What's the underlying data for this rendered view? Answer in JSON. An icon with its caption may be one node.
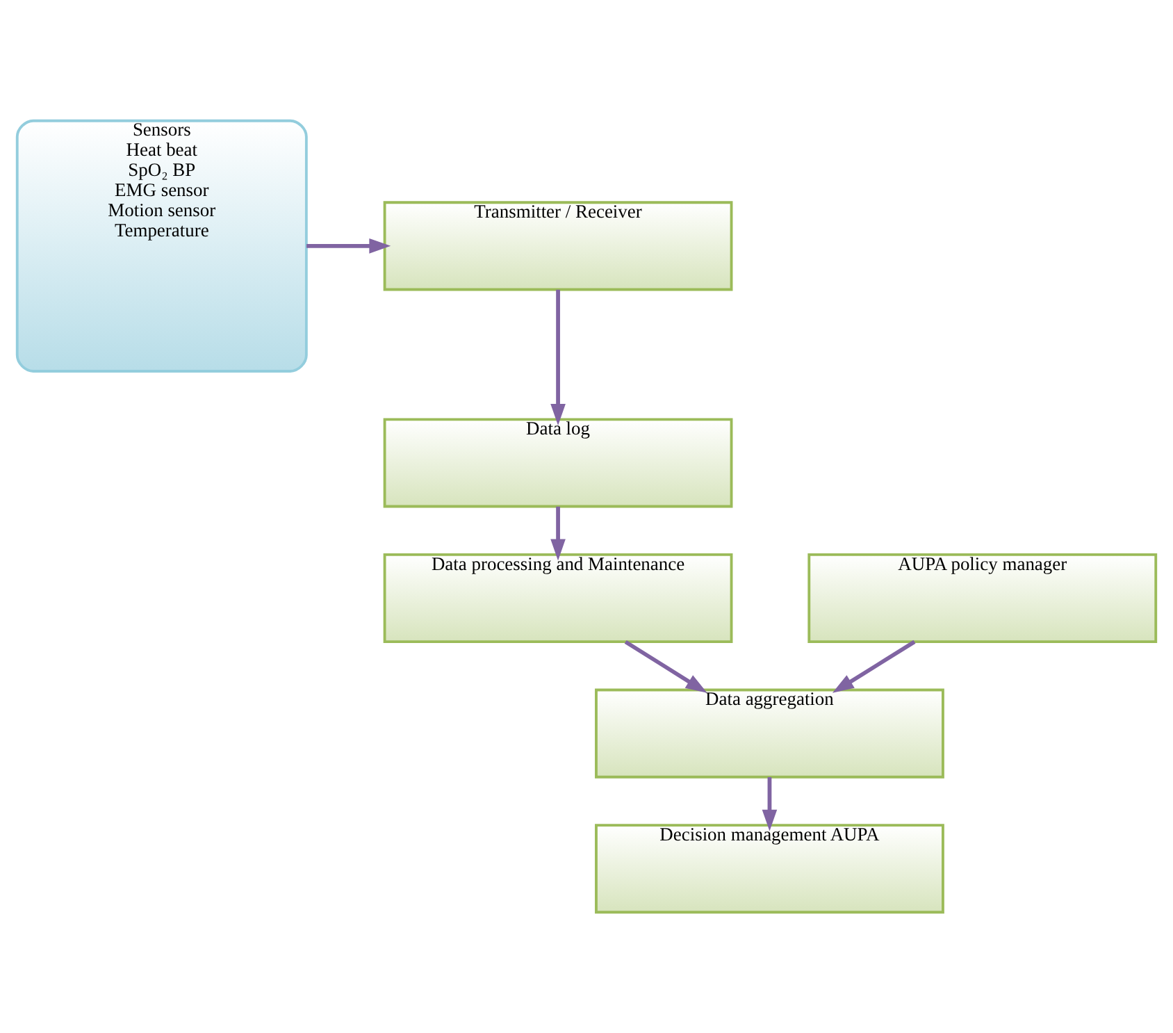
{
  "diagram": {
    "nodes": [
      {
        "text": [
          "Transmitter / Receiver"
        ]
      },
      {
        "text": [
          "Data log"
        ]
      },
      {
        "text": [
          "Data processing and Maintenance"
        ]
      },
      {
        "text": [
          "Sensors",
          "Heat beat",
          "SpO₂ BP",
          "EMG sensor",
          "Motion sensor",
          "Temperature"
        ]
      },
      {
        "text": [
          "AUPA policy manager"
        ]
      },
      {
        "text": [
          "Data aggregation"
        ]
      },
      {
        "text": [
          "Decision management AUPA"
        ]
      }
    ],
    "edges": [
      {
        "from": 3,
        "to": 0,
        "arrow": "to"
      },
      {
        "from": 0,
        "to": 1,
        "arrow": "to"
      },
      {
        "from": 1,
        "to": 2,
        "arrow": "to"
      },
      {
        "from": 2,
        "to": 5,
        "arrow": "to"
      },
      {
        "from": 4,
        "to": 5,
        "arrow": "to"
      },
      {
        "from": 5,
        "to": 6,
        "arrow": "to"
      }
    ]
  }
}
